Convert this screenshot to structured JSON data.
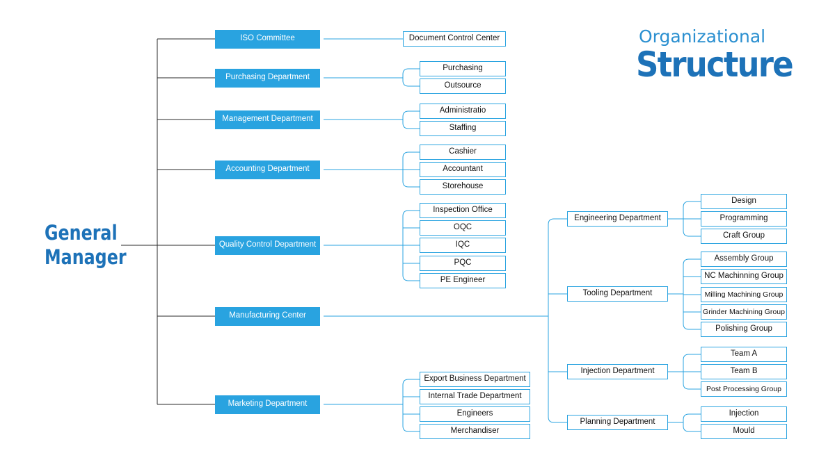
{
  "title": {
    "line1": "Organizational",
    "line2": "Structure"
  },
  "root": {
    "line1": "General",
    "line2": "Manager"
  },
  "colors": {
    "accent": "#29a3e0",
    "title": "#1d72b8",
    "line": "#2a2a2a"
  },
  "departments": [
    {
      "label": "ISO Committee",
      "children": [
        "Document Control Center"
      ]
    },
    {
      "label": "Purchasing Department",
      "children": [
        "Purchasing",
        "Outsource"
      ]
    },
    {
      "label": "Management Department",
      "children": [
        "Administratio",
        "Staffing"
      ]
    },
    {
      "label": "Accounting Department",
      "children": [
        "Cashier",
        "Accountant",
        "Storehouse"
      ]
    },
    {
      "label": "Quality Control Department",
      "children": [
        "Inspection Office",
        "OQC",
        "IQC",
        "PQC",
        "PE Engineer"
      ]
    },
    {
      "label": "Manufacturing Center",
      "children": [
        {
          "label": "Engineering Department",
          "children": [
            "Design",
            "Programming",
            "Craft Group"
          ]
        },
        {
          "label": "Tooling Department",
          "children": [
            "Assembly Group",
            "NC Machinning Group",
            "Milling Machining Group",
            "Grinder Machining Group",
            "Polishing Group"
          ]
        },
        {
          "label": "Injection Department",
          "children": [
            "Team A",
            "Team B",
            "Post Processing Group"
          ]
        },
        {
          "label": "Planning Department",
          "children": [
            "Injection",
            "Mould"
          ]
        }
      ]
    },
    {
      "label": "Marketing Department",
      "children": [
        "Export Business Department",
        "Internal Trade Department",
        "Engineers",
        "Merchandiser"
      ]
    }
  ]
}
